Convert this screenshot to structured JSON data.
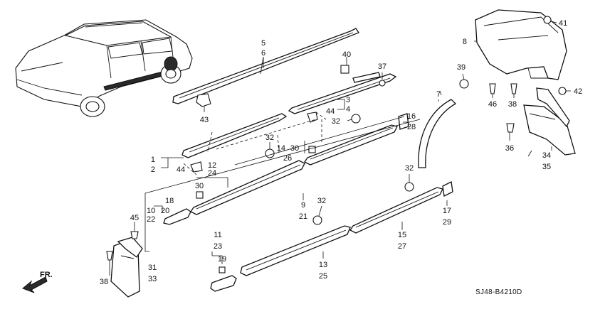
{
  "diagram": {
    "code": "SJ48-B4210D",
    "direction_label": "FR.",
    "callouts": [
      {
        "id": "c1",
        "text": "1"
      },
      {
        "id": "c2",
        "text": "2"
      },
      {
        "id": "c3",
        "text": "3"
      },
      {
        "id": "c4",
        "text": "4"
      },
      {
        "id": "c5",
        "text": "5"
      },
      {
        "id": "c6",
        "text": "6"
      },
      {
        "id": "c7",
        "text": "7"
      },
      {
        "id": "c8",
        "text": "8"
      },
      {
        "id": "c9",
        "text": "9"
      },
      {
        "id": "c10",
        "text": "10"
      },
      {
        "id": "c11",
        "text": "11"
      },
      {
        "id": "c12",
        "text": "12"
      },
      {
        "id": "c13",
        "text": "13"
      },
      {
        "id": "c14",
        "text": "14"
      },
      {
        "id": "c15",
        "text": "15"
      },
      {
        "id": "c16",
        "text": "16"
      },
      {
        "id": "c17",
        "text": "17"
      },
      {
        "id": "c18",
        "text": "18"
      },
      {
        "id": "c19",
        "text": "19"
      },
      {
        "id": "c20",
        "text": "20"
      },
      {
        "id": "c21",
        "text": "21"
      },
      {
        "id": "c22",
        "text": "22"
      },
      {
        "id": "c23",
        "text": "23"
      },
      {
        "id": "c24",
        "text": "24"
      },
      {
        "id": "c25",
        "text": "25"
      },
      {
        "id": "c26",
        "text": "26"
      },
      {
        "id": "c27",
        "text": "27"
      },
      {
        "id": "c28",
        "text": "28"
      },
      {
        "id": "c29",
        "text": "29"
      },
      {
        "id": "c30a",
        "text": "30"
      },
      {
        "id": "c30b",
        "text": "30"
      },
      {
        "id": "c31",
        "text": "31"
      },
      {
        "id": "c32a",
        "text": "32"
      },
      {
        "id": "c32b",
        "text": "32"
      },
      {
        "id": "c32c",
        "text": "32"
      },
      {
        "id": "c32d",
        "text": "32"
      },
      {
        "id": "c33",
        "text": "33"
      },
      {
        "id": "c34",
        "text": "34"
      },
      {
        "id": "c35",
        "text": "35"
      },
      {
        "id": "c36",
        "text": "36"
      },
      {
        "id": "c37",
        "text": "37"
      },
      {
        "id": "c38a",
        "text": "38"
      },
      {
        "id": "c38b",
        "text": "38"
      },
      {
        "id": "c39",
        "text": "39"
      },
      {
        "id": "c40",
        "text": "40"
      },
      {
        "id": "c41",
        "text": "41"
      },
      {
        "id": "c42",
        "text": "42"
      },
      {
        "id": "c43",
        "text": "43"
      },
      {
        "id": "c44a",
        "text": "44"
      },
      {
        "id": "c44b",
        "text": "44"
      },
      {
        "id": "c45",
        "text": "45"
      },
      {
        "id": "c46",
        "text": "46"
      }
    ]
  }
}
